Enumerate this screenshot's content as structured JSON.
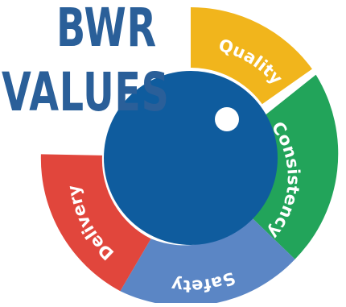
{
  "title": {
    "line1": "BWR",
    "line2": "VALUES"
  },
  "values": [
    {
      "label": "Quality",
      "color": "#f1b51c"
    },
    {
      "label": "Consistency",
      "color": "#22a45a"
    },
    {
      "label": "Safety",
      "color": "#5b86c5"
    },
    {
      "label": "Delivery",
      "color": "#e1463c"
    }
  ],
  "colors": {
    "title": "#2a5f99",
    "center_circle": "#0f5c9e",
    "highlight": "#ffffff"
  }
}
